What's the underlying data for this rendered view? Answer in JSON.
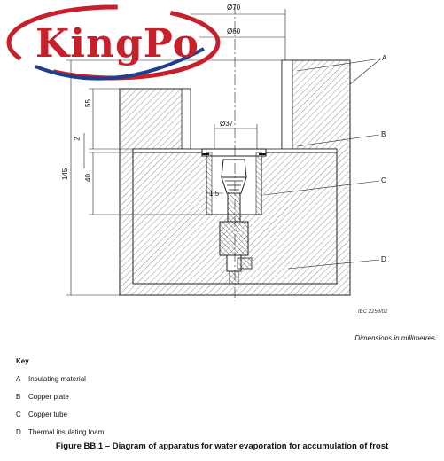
{
  "logo": {
    "text": "KingPo",
    "colors": {
      "red": "#c8202a",
      "blue": "#1d3f8f"
    }
  },
  "dimensions": {
    "d70": "Ø70",
    "d60": "Ø60",
    "d37": "Ø37",
    "v55": "55",
    "v2": "2",
    "v40": "40",
    "v145": "145",
    "v1_5": "1,5"
  },
  "labels": {
    "A": "A",
    "B": "B",
    "C": "C",
    "D": "D"
  },
  "iec_ref": "IEC 2258/02",
  "dimensions_note": "Dimensions in millimetres",
  "key": {
    "title": "Key",
    "items": [
      {
        "letter": "A",
        "text": "Insulating material"
      },
      {
        "letter": "B",
        "text": "Copper plate"
      },
      {
        "letter": "C",
        "text": "Copper tube"
      },
      {
        "letter": "D",
        "text": "Thermal insulating foam"
      }
    ]
  },
  "caption": "Figure BB.1 – Diagram of apparatus for water evaporation for accumulation of frost"
}
